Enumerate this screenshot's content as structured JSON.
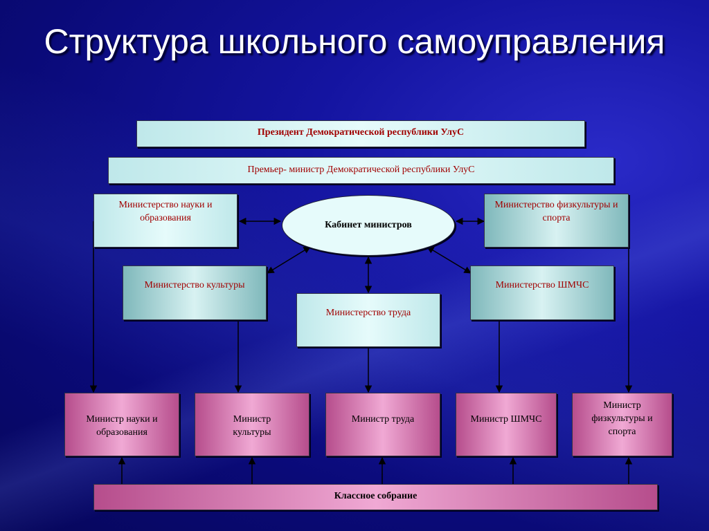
{
  "title": "Структура школьного самоуправления",
  "president": "Президент Демократической республики УлуС",
  "premier": "Премьер- министр Демократической республики УлуС",
  "cabinet": "Кабинет министров",
  "ministries": {
    "science": "Министерство науки и образования",
    "sport": "Министерство физкультуры и спорта",
    "culture": "Министерство культуры",
    "emergency": "Министерство ШМЧС",
    "labor": "Министерство труда"
  },
  "ministers": [
    "Министр науки и образования",
    "Министр культуры",
    "Министр труда",
    "Министр ШМЧС",
    "Министр физкультуры и спорта"
  ],
  "assembly": "Классное собрание",
  "colors": {
    "background": "#0a0a78",
    "light_box": "#e6fbfb",
    "teal_box": "#a9d6d8",
    "pink_box": "#e79ac8",
    "ministry_text": "#a00000"
  }
}
